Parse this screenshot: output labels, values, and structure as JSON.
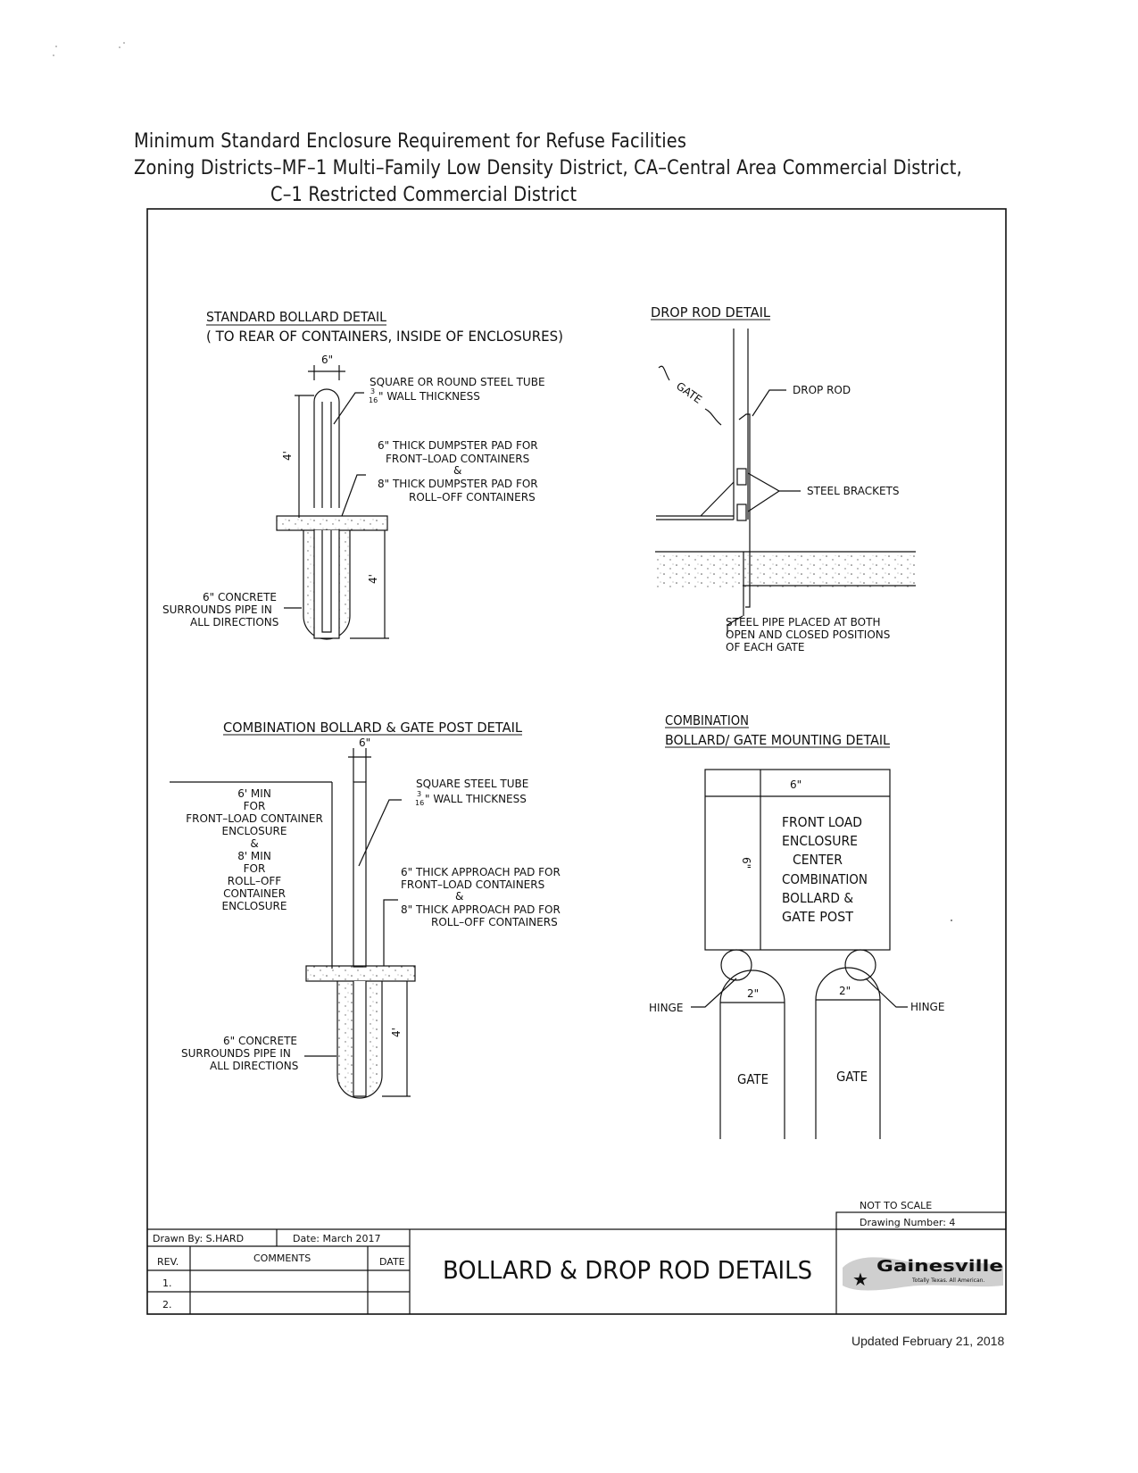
{
  "header": {
    "line1": "Minimum Standard Enclosure Requirement for Refuse Facilities",
    "line2": "Zoning Districts–MF–1 Multi–Family Low Density District, CA–Central Area Commercial District,",
    "line3": "C–1 Restricted Commercial District"
  },
  "standard_bollard": {
    "title": "STANDARD BOLLARD DETAIL",
    "subtitle": "( TO REAR OF CONTAINERS, INSIDE OF ENCLOSURES)",
    "width_dim": "6\"",
    "tube_note_1": "SQUARE OR ROUND STEEL TUBE",
    "tube_note_2_frac_num": "3",
    "tube_note_2_frac_den": "16",
    "tube_note_2": "\" WALL THICKNESS",
    "height_dim": "4'",
    "depth_dim": "4'",
    "pad_note_1": "6\" THICK DUMPSTER PAD FOR",
    "pad_note_2": "FRONT–LOAD CONTAINERS",
    "pad_note_3": "&",
    "pad_note_4": "8\" THICK DUMPSTER PAD FOR",
    "pad_note_5": "ROLL–OFF CONTAINERS",
    "concrete_1": "6\" CONCRETE",
    "concrete_2": "SURROUNDS PIPE IN",
    "concrete_3": "ALL DIRECTIONS"
  },
  "drop_rod": {
    "title": "DROP ROD DETAIL",
    "gate_label": "GATE",
    "rod_label": "DROP ROD",
    "brackets_label": "STEEL BRACKETS",
    "pipe_note_1": "STEEL PIPE PLACED AT BOTH",
    "pipe_note_2": "OPEN AND CLOSED POSITIONS",
    "pipe_note_3": "OF EACH GATE"
  },
  "combo_gate_post": {
    "title": "COMBINATION BOLLARD & GATE POST DETAIL",
    "width_dim": "6\"",
    "min_1": "6' MIN",
    "min_2": "FOR",
    "min_3": "FRONT–LOAD CONTAINER",
    "min_4": "ENCLOSURE",
    "min_5": "&",
    "min_6": "8' MIN",
    "min_7": "FOR",
    "min_8": "ROLL–OFF",
    "min_9": "CONTAINER",
    "min_10": "ENCLOSURE",
    "tube_note_1": "SQUARE STEEL TUBE",
    "tube_note_2_frac_num": "3",
    "tube_note_2_frac_den": "16",
    "tube_note_2": "\" WALL THICKNESS",
    "pad_note_1": "6\" THICK APPROACH PAD FOR",
    "pad_note_2": "FRONT–LOAD CONTAINERS",
    "pad_note_3": "&",
    "pad_note_4": "8\" THICK APPROACH PAD FOR",
    "pad_note_5": "ROLL–OFF CONTAINERS",
    "depth_dim": "4'",
    "concrete_1": "6\" CONCRETE",
    "concrete_2": "SURROUNDS PIPE IN",
    "concrete_3": "ALL DIRECTIONS"
  },
  "combo_mounting": {
    "title_1": "COMBINATION",
    "title_2": "BOLLARD/ GATE MOUNTING DETAIL",
    "top_dim": "6\"",
    "side_dim": "6\"",
    "box_1": "FRONT LOAD",
    "box_2": "ENCLOSURE",
    "box_3": "CENTER",
    "box_4": "COMBINATION",
    "box_5": "BOLLARD &",
    "box_6": "GATE POST",
    "hinge_left": "HINGE",
    "hinge_right": "HINGE",
    "gate_dim_left": "2\"",
    "gate_dim_right": "2\"",
    "gate_left": "GATE",
    "gate_right": "GATE"
  },
  "title_block": {
    "not_to_scale": "NOT TO SCALE",
    "drawing_number": "Drawing Number:  4",
    "drawn_by": "Drawn By: S.HARD",
    "date": "Date: March 2017",
    "col_rev": "REV.",
    "col_comments": "COMMENTS",
    "col_date": "DATE",
    "row_1": "1.",
    "row_2": "2.",
    "sheet_title": "BOLLARD & DROP ROD DETAILS",
    "logo_text": "Gainesville",
    "logo_tagline": "Totally Texas. All American."
  },
  "footer": {
    "updated": "Updated February 21, 2018"
  }
}
